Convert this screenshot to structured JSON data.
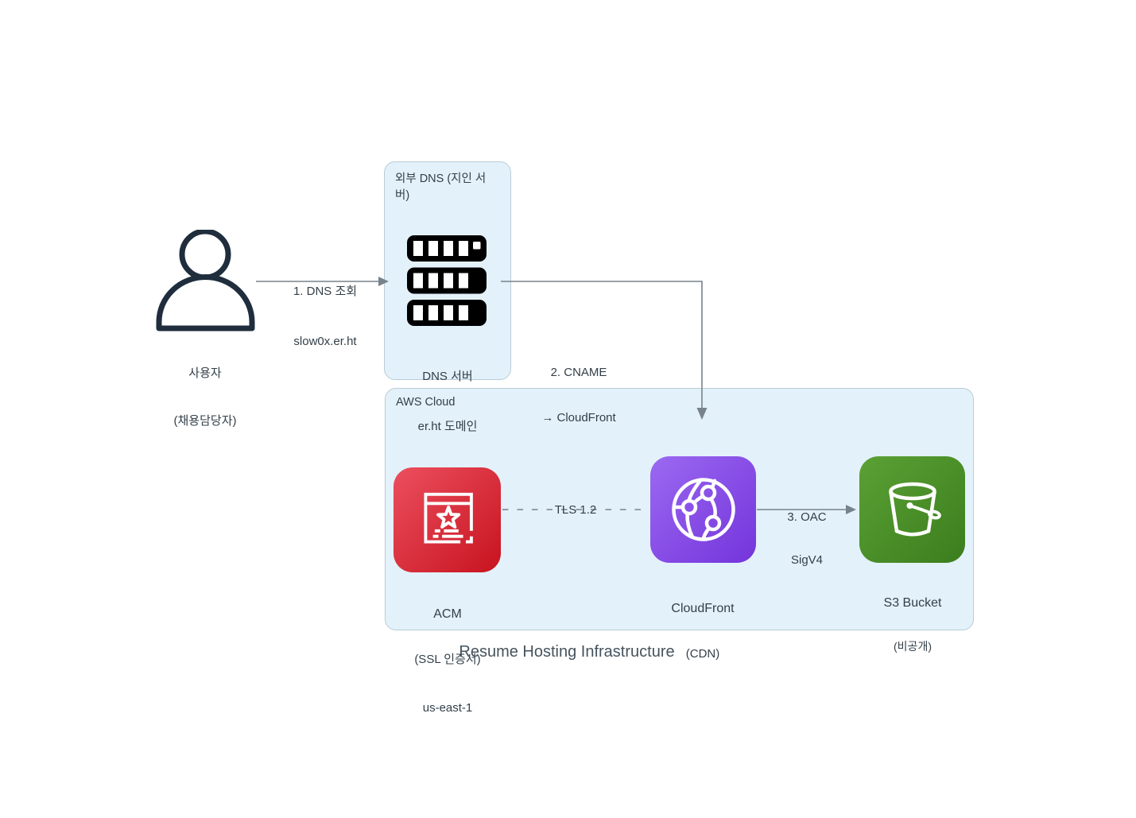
{
  "title": "Resume Hosting Infrastructure",
  "user": {
    "line1": "사용자",
    "line2": "(채용담당자)"
  },
  "dns_query_arrow": {
    "line1": "1. DNS 조회",
    "line2": "slow0x.er.ht"
  },
  "external_dns": {
    "title": "외부 DNS (지인 서버)",
    "server_label1": "DNS 서버",
    "server_label2": "er.ht 도메인"
  },
  "cname_label": {
    "line1": "2. CNAME",
    "line2": "→ CloudFront"
  },
  "aws_cloud": {
    "title": "AWS Cloud"
  },
  "acm": {
    "name": "ACM",
    "sub": "(SSL 인증서)",
    "region": "us-east-1"
  },
  "tls_label": "TLS 1.2",
  "cloudfront": {
    "name": "CloudFront",
    "sub": "(CDN)"
  },
  "oac_arrow": {
    "line1": "3. OAC",
    "line2": "SigV4"
  },
  "s3": {
    "name": "S3 Bucket",
    "sub": "(비공개)"
  },
  "icons": {
    "user": "person-icon",
    "dns": "server-stack-icon",
    "acm": "certificate-icon",
    "cloudfront": "globe-network-icon",
    "s3": "bucket-icon"
  },
  "colors": {
    "group_fill": "#E3F1FA",
    "group_border": "#BACCD7",
    "connector": "#78828C",
    "text": "#333F48",
    "user_icon": "#1F2D3D",
    "acm_gradient": [
      "#EC4F5E",
      "#C7131F"
    ],
    "cloudfront_gradient": [
      "#9B69F1",
      "#7434DB"
    ],
    "s3_gradient": [
      "#5BA135",
      "#3B7D1D"
    ]
  }
}
